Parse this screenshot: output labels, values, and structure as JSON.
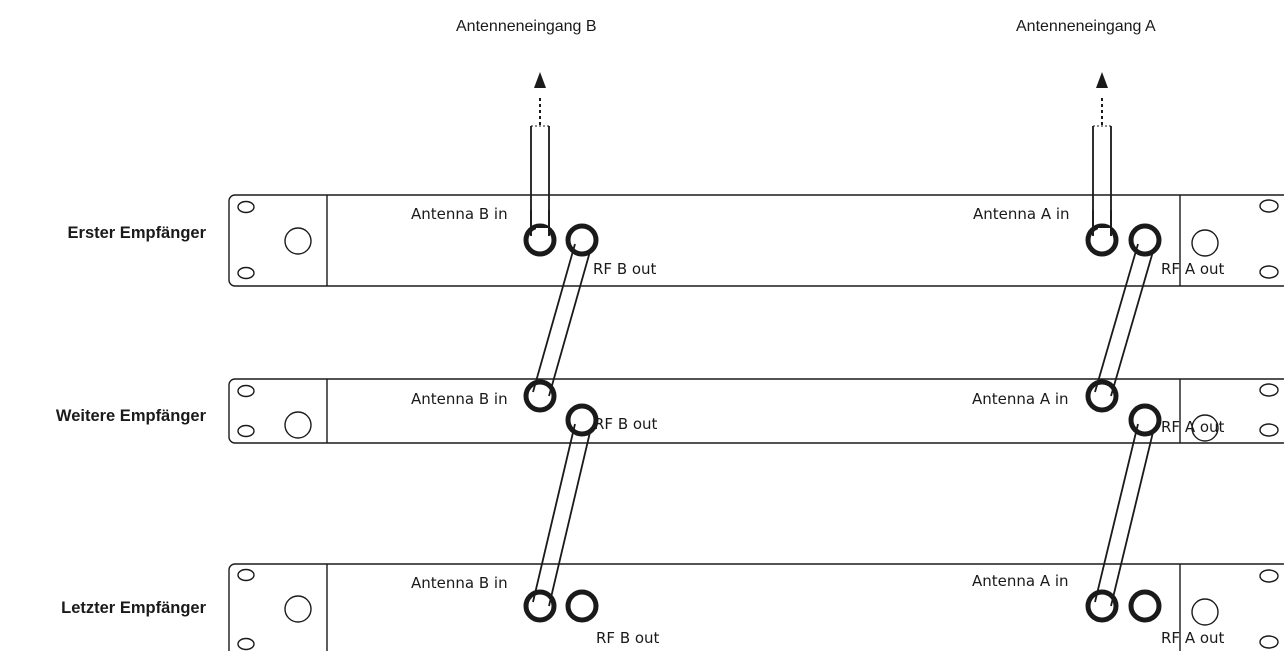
{
  "top_labels": {
    "antenna_input_b": "Antenneneingang B",
    "antenna_input_a": "Antenneneingang A"
  },
  "receivers": [
    {
      "name": "Erster Empfänger",
      "antenna_b_in": "Antenna B in",
      "rf_b_out": "RF B out",
      "antenna_a_in": "Antenna A in",
      "rf_a_out": "RF A out"
    },
    {
      "name": "Weitere Empfänger",
      "antenna_b_in": "Antenna B in",
      "rf_b_out": "RF B out",
      "antenna_a_in": "Antenna A in",
      "rf_a_out": "RF A out"
    },
    {
      "name": "Letzter Empfänger",
      "antenna_b_in": "Antenna B in",
      "rf_b_out": "RF B out",
      "antenna_a_in": "Antenna A in",
      "rf_a_out": "RF A out"
    }
  ],
  "colors": {
    "line": "#1a1a1a",
    "background": "#ffffff"
  }
}
